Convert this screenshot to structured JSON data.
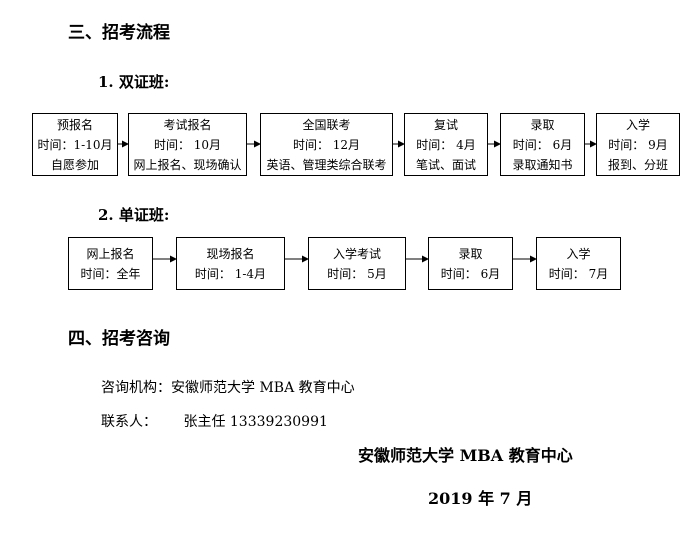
{
  "section3_title": "三、招考流程",
  "dual": {
    "title": "1. 双证班:",
    "steps": [
      {
        "name": "预报名",
        "time": "时间：1-10月",
        "note": "自愿参加"
      },
      {
        "name": "考试报名",
        "time": "时间： 10月",
        "note": "网上报名、现场确认"
      },
      {
        "name": "全国联考",
        "time": "时间： 12月",
        "note": "英语、管理类综合联考"
      },
      {
        "name": "复试",
        "time": "时间： 4月",
        "note": "笔试、面试"
      },
      {
        "name": "录取",
        "time": "时间： 6月",
        "note": "录取通知书"
      },
      {
        "name": "入学",
        "time": "时间： 9月",
        "note": "报到、分班"
      }
    ]
  },
  "single": {
    "title": "2. 单证班:",
    "steps": [
      {
        "name": "网上报名",
        "time": "时间：全年"
      },
      {
        "name": "现场报名",
        "time": "时间： 1-4月"
      },
      {
        "name": "入学考试",
        "time": "时间： 5月"
      },
      {
        "name": "录取",
        "time": "时间： 6月"
      },
      {
        "name": "入学",
        "time": "时间： 7月"
      }
    ]
  },
  "section4_title": "四、招考咨询",
  "consult": {
    "org_label": "咨询机构：",
    "org_value": "安徽师范大学 MBA 教育中心",
    "contact_label": "联系人：",
    "contact_value": "张主任  13339230991"
  },
  "signature": {
    "org": "安徽师范大学 MBA 教育中心",
    "date": "2019 年 7 月"
  }
}
